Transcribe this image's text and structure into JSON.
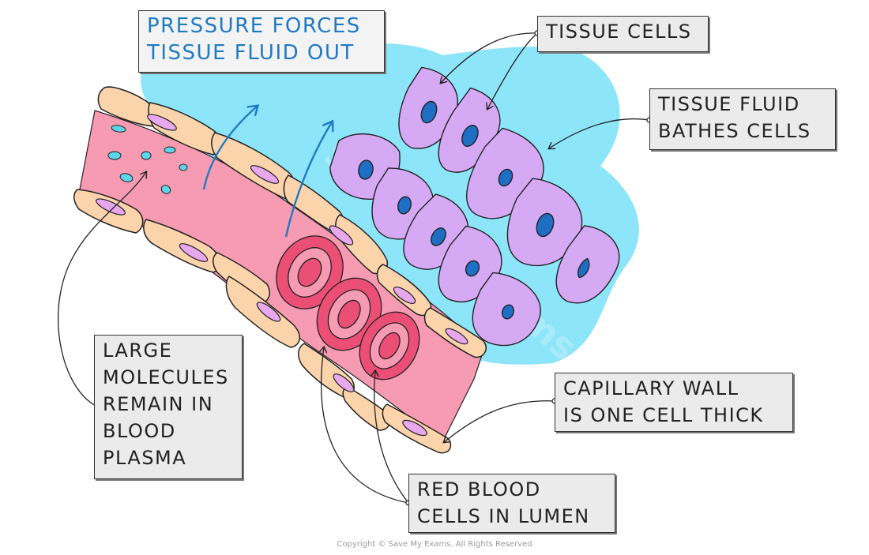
{
  "labels": {
    "pressure": [
      "PRESSURE FORCES",
      "TISSUE FLUID OUT"
    ],
    "tissue_cells": [
      "TISSUE CELLS"
    ],
    "tissue_fluid": [
      "TISSUE FLUID",
      "BATHES CELLS"
    ],
    "large_molecules": [
      "LARGE",
      "MOLECULES",
      "REMAIN IN",
      "BLOOD",
      "PLASMA"
    ],
    "capillary_wall": [
      "CAPILLARY WALL",
      "IS ONE CELL THICK"
    ],
    "red_blood_cells": [
      "RED BLOOD",
      "CELLS IN LUMEN"
    ]
  },
  "copyright": "Copyright © Save My Exams. All Rights Reserved",
  "watermark": "Save My Exams",
  "colors": {
    "tissue_fluid": "#8de5f9",
    "plasma": "#f79bb3",
    "wall_cell": "#fcd4ac",
    "wall_nucleus": "#e8a8ee",
    "tissue_cell": "#d5a9f4",
    "tissue_nucleus": "#1e6ec4",
    "red_blood_cell": "#ec4f76",
    "arrow_blue": "#1f7ac4",
    "label_bg": "#ebebeb"
  }
}
